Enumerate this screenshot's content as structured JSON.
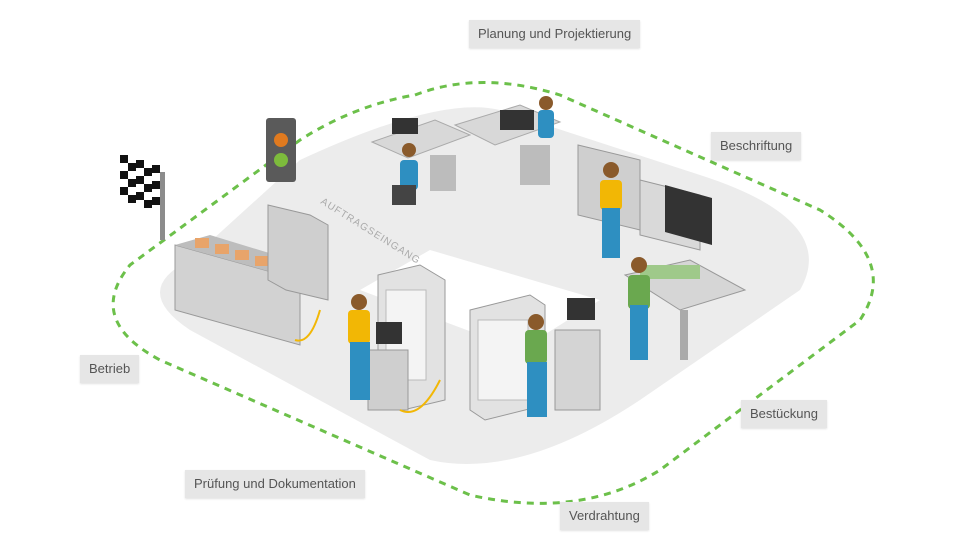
{
  "colors": {
    "loop_dash": "#6cc04a",
    "floor": "#e9e9e9",
    "worker_shirt": "#f2b705",
    "worker_overall": "#2e8fc1",
    "worker_green": "#6aa84f",
    "label_bg": "#e6e6e6",
    "label_text": "#555555",
    "cable": "#f2b705"
  },
  "process_steps": {
    "planung": "Planung und Projektierung",
    "beschriftung": "Beschriftung",
    "bestueckung": "Bestückung",
    "verdrahtung": "Verdrahtung",
    "pruefung": "Prüfung und Dokumentation",
    "betrieb": "Betrieb"
  },
  "floor_text": "AUFTRAGSEINGANG",
  "icons": [
    "checkered-flag-icon",
    "traffic-light-icon"
  ]
}
